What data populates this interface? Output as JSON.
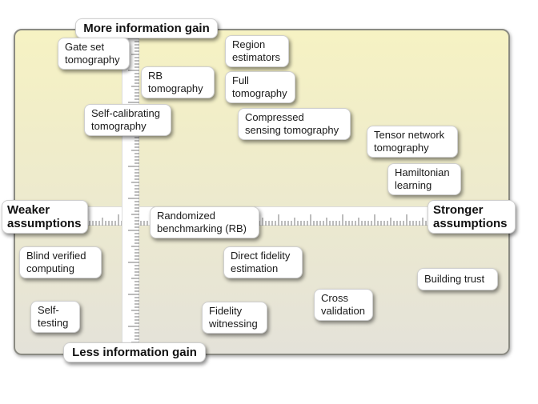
{
  "axes": {
    "top": "More information gain",
    "bottom": "Less information gain",
    "left": "Weaker\nassumptions",
    "right": "Stronger\nassumptions"
  },
  "methods": {
    "gate_set_tomography": "Gate set\ntomography",
    "rb_tomography": "RB\ntomography",
    "region_estimators": "Region\nestimators",
    "full_tomography": "Full\ntomography",
    "self_calibrating_tomography": "Self-calibrating\ntomography",
    "compressed_sensing_tomography": "Compressed\nsensing tomography",
    "tensor_network_tomography": "Tensor network\ntomography",
    "hamiltonian_learning": "Hamiltonian\nlearning",
    "randomized_benchmarking": "Randomized\nbenchmarking (RB)",
    "blind_verified_computing": "Blind verified\ncomputing",
    "direct_fidelity_estimation": "Direct fidelity\nestimation",
    "building_trust": "Building trust",
    "cross_validation": "Cross\nvalidation",
    "self_testing": "Self-\ntesting",
    "fidelity_witnessing": "Fidelity\nwitnessing"
  }
}
